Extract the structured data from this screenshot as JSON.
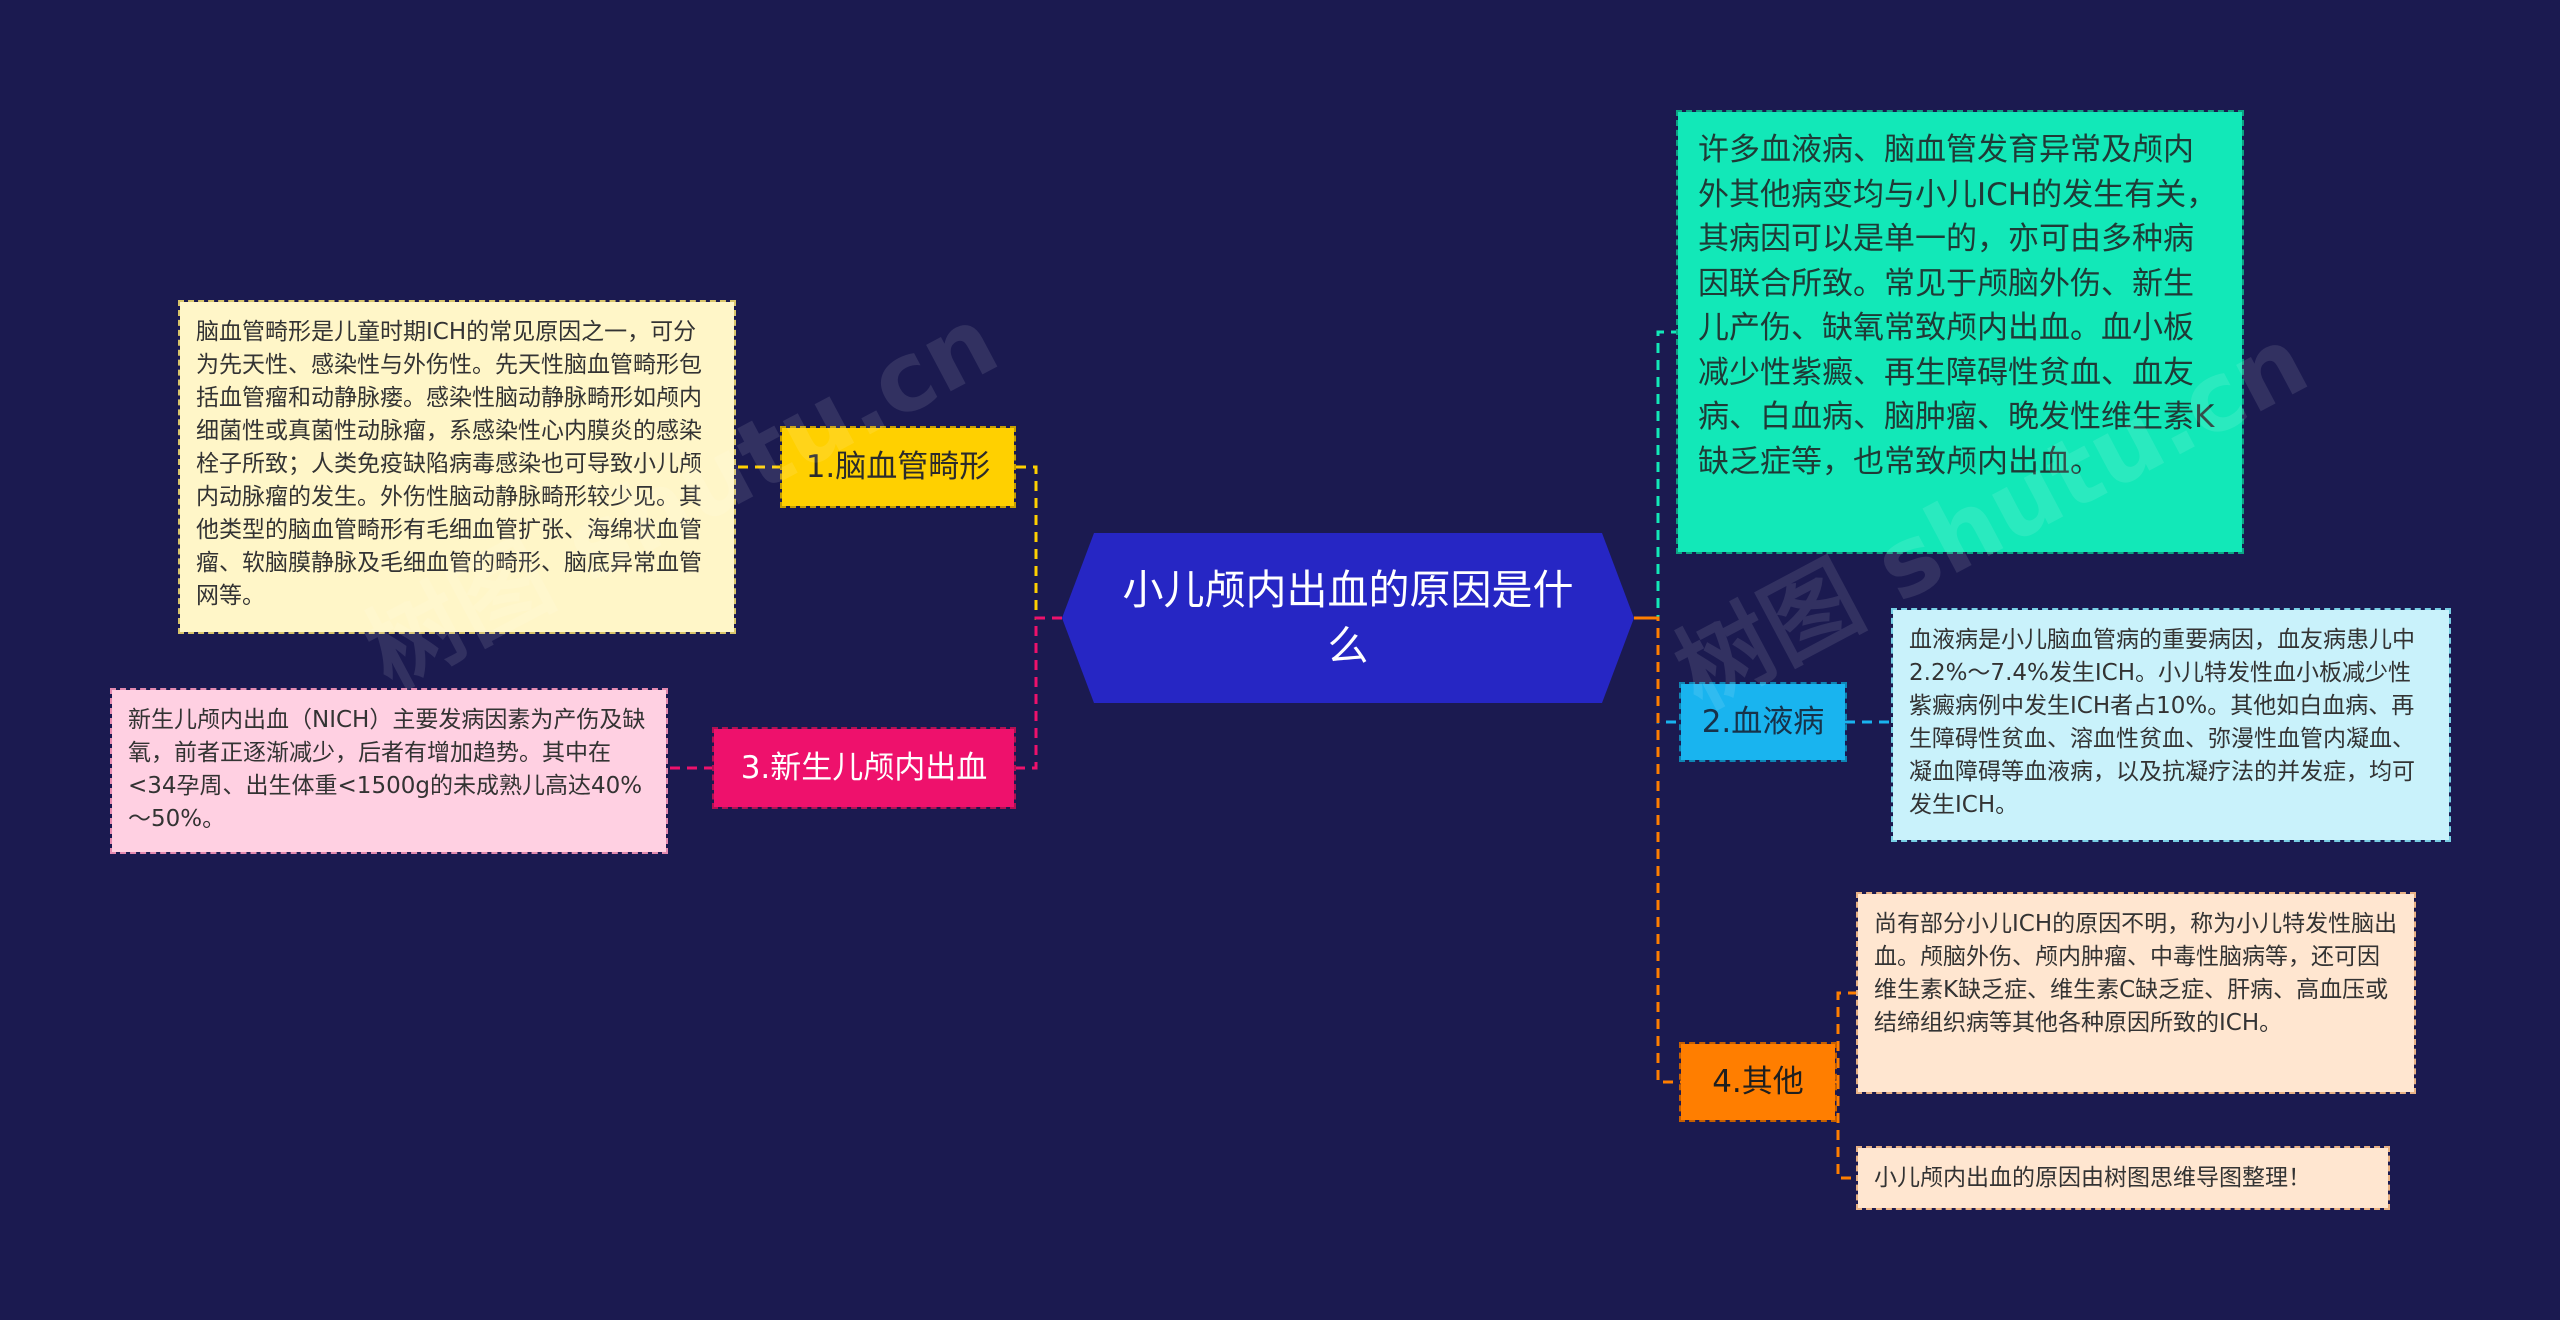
{
  "root": {
    "title": "小儿颅内出血的原因是什么"
  },
  "branches": {
    "b1": "1.脑血管畸形",
    "b2": "2.血液病",
    "b3": "3.新生儿颅内出血",
    "b4": "4.其他"
  },
  "leaves": {
    "top_right": "许多血液病、脑血管发育异常及颅内外其他病变均与小儿ICH的发生有关，其病因可以是单一的，亦可由多种病因联合所致。常见于颅脑外伤、新生儿产伤、缺氧常致颅内出血。血小板减少性紫癜、再生障碍性贫血、血友病、白血病、脑肿瘤、晚发性维生素K缺乏症等，也常致颅内出血。",
    "l1": "脑血管畸形是儿童时期ICH的常见原因之一，可分为先天性、感染性与外伤性。先天性脑血管畸形包括血管瘤和动静脉瘘。感染性脑动静脉畸形如颅内细菌性或真菌性动脉瘤，系感染性心内膜炎的感染栓子所致；人类免疫缺陷病毒感染也可导致小儿颅内动脉瘤的发生。外伤性脑动静脉畸形较少见。其他类型的脑血管畸形有毛细血管扩张、海绵状血管瘤、软脑膜静脉及毛细血管的畸形、脑底异常血管网等。",
    "l2": "血液病是小儿脑血管病的重要病因，血友病患儿中2.2%～7.4%发生ICH。小儿特发性血小板减少性紫癜病例中发生ICH者占10%。其他如白血病、再生障碍性贫血、溶血性贫血、弥漫性血管内凝血、凝血障碍等血液病，以及抗凝疗法的并发症，均可发生ICH。",
    "l3": "新生儿颅内出血（NICH）主要发病因素为产伤及缺氧，前者正逐渐减少，后者有增加趋势。其中在<34孕周、出生体重<1500g的未成熟儿高达40%～50%。",
    "l4a": "尚有部分小儿ICH的原因不明，称为小儿特发性脑出血。颅脑外伤、颅内肿瘤、中毒性脑病等，还可因维生素K缺乏症、维生素C缺乏症、肝病、高血压或结缔组织病等其他各种原因所致的ICH。",
    "l4b": "小儿颅内出血的原因由树图思维导图整理！"
  },
  "watermarks": [
    "树图 shutu.cn",
    "树图 shutu.cn"
  ],
  "colors": {
    "background": "#1b1a50",
    "root": "#2626c4",
    "b1": "#ffd000",
    "b2": "#19b4ef",
    "b3": "#ee116c",
    "b4": "#ff7e00",
    "top_right": "#12e8b8"
  }
}
